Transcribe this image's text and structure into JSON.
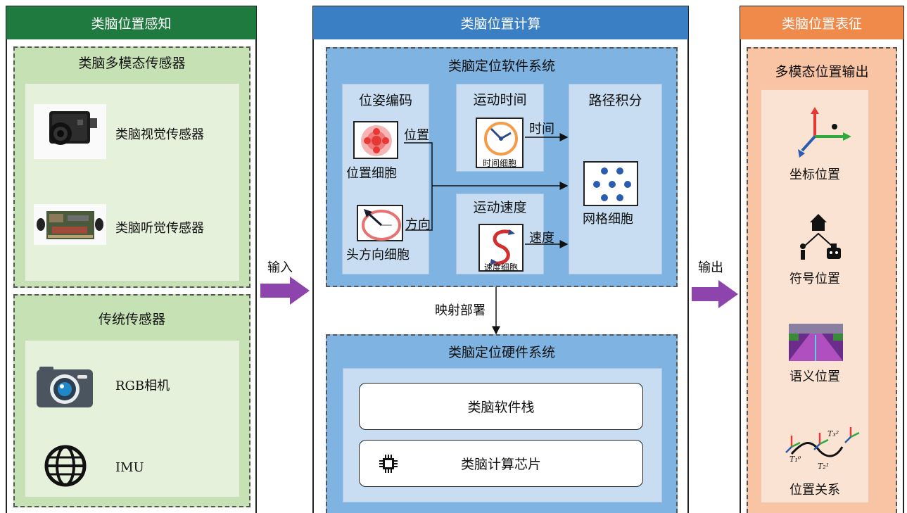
{
  "left": {
    "header": "类脑位置感知",
    "header_color": "#1e7a3e",
    "neuro_group": {
      "title": "类脑多模态传感器",
      "items": [
        {
          "label": "类脑视觉传感器",
          "icon": "camera-module-photo"
        },
        {
          "label": "类脑听觉传感器",
          "icon": "circuit-board-photo"
        }
      ]
    },
    "traditional_group": {
      "title": "传统传感器",
      "items": [
        {
          "label": "RGB相机",
          "icon": "camera-icon"
        },
        {
          "label": "IMU",
          "icon": "globe-icon"
        }
      ]
    },
    "panel_color": "#c6e2b4",
    "inner_color": "#e6f1dc"
  },
  "middle": {
    "header": "类脑位置计算",
    "header_color": "#3a7fc4",
    "software": {
      "title": "类脑定位软件系统",
      "pose": {
        "title": "位姿编码",
        "place_cell": "位置细胞",
        "place_out": "位置",
        "head_cell": "头方向细胞",
        "head_out": "方向"
      },
      "time": {
        "title": "运动时间",
        "cell": "时间细胞",
        "out": "时间"
      },
      "speed": {
        "title": "运动速度",
        "cell": "速度细胞",
        "out": "速度"
      },
      "path": {
        "title": "路径积分",
        "cell": "网格细胞"
      }
    },
    "mapping_label": "映射部署",
    "hardware": {
      "title": "类脑定位硬件系统",
      "stack": "类脑软件栈",
      "chip": "类脑计算芯片"
    }
  },
  "arrows": {
    "input": "输入",
    "output": "输出",
    "arrow_color": "#8e44ad"
  },
  "right": {
    "header": "类脑位置表征",
    "header_color": "#f08a4b",
    "title": "多模态位置输出",
    "items": [
      {
        "label": "坐标位置",
        "icon": "axes-icon"
      },
      {
        "label": "符号位置",
        "icon": "house-person-robot-icon"
      },
      {
        "label": "语义位置",
        "icon": "semantic-road-image"
      },
      {
        "label": "位置关系",
        "icon": "pose-graph-icon",
        "marks": [
          "T₁⁰",
          "T₂¹",
          "T₃²"
        ]
      }
    ]
  }
}
